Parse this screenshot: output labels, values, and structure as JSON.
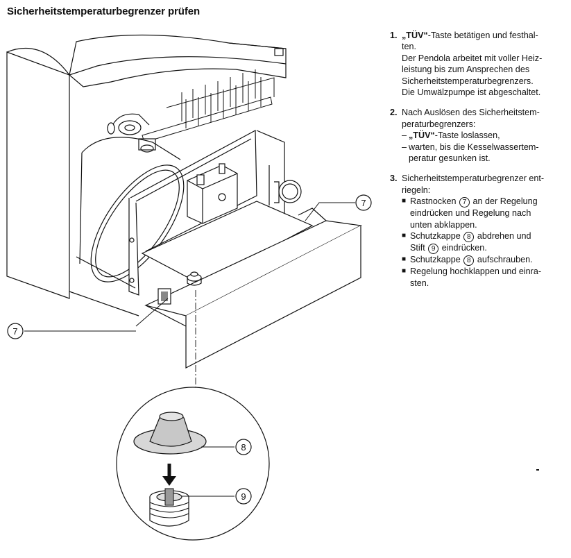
{
  "title": "Sicherheitstemperaturbegrenzer prüfen",
  "figure": {
    "callouts": [
      "7",
      "7",
      "8",
      "9"
    ]
  },
  "steps": [
    {
      "num": "1.",
      "tuev_quote": "„TÜV“",
      "line1_rest": "-Taste betätigen und festhal-",
      "lines": [
        "ten.",
        "Der Pendola arbeitet mit voller Heiz-",
        "leistung bis zum Ansprechen des",
        "Sicherheitstemperaturbegrenzers.",
        "Die Umwälzpumpe ist abgeschaltet."
      ]
    },
    {
      "num": "2.",
      "lines": [
        "Nach Auslösen des Sicherheitstem-",
        "peraturbegrenzers:"
      ],
      "dash_items": [
        {
          "prefix": "„TÜV“",
          "rest": "-Taste loslassen,"
        },
        {
          "lines": [
            "warten, bis die Kesselwassertem-",
            "peratur gesunken ist."
          ]
        }
      ]
    },
    {
      "num": "3.",
      "lines": [
        "Sicherheitstemperaturbegrenzer ent-",
        "riegeln:"
      ],
      "bullets": [
        {
          "a": "Rastnocken",
          "ref": "7",
          "b": "an der Regelung",
          "cont": [
            "eindrücken und Regelung nach",
            "unten abklappen."
          ]
        },
        {
          "a": "Schutzkappe",
          "ref": "8",
          "b": "abdrehen und",
          "c1": "Stift",
          "ref2": "9",
          "c2": "eindrücken."
        },
        {
          "a": "Schutzkappe",
          "ref": "8",
          "b": "aufschrauben."
        },
        {
          "a": "Regelung hochklappen und einra-",
          "cont": [
            "sten."
          ]
        }
      ]
    }
  ]
}
